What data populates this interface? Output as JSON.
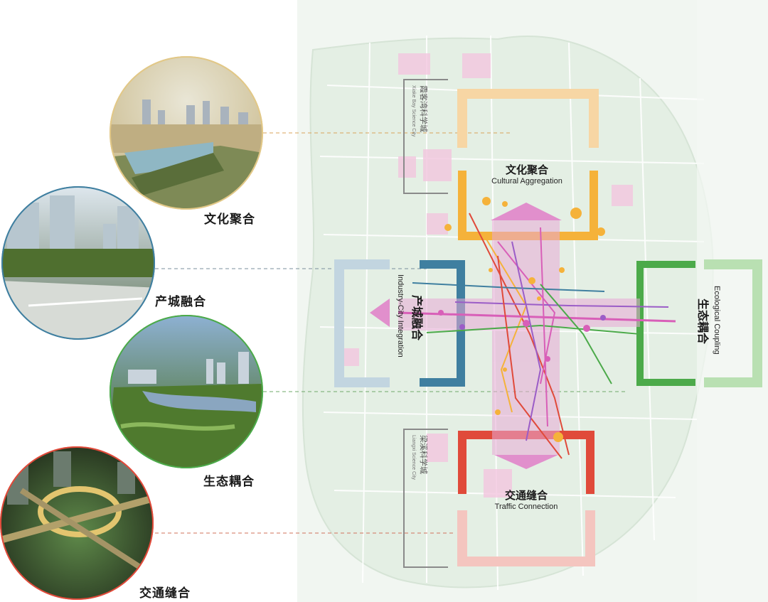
{
  "left_labels": [
    {
      "text": "文化聚合",
      "id": "cultural"
    },
    {
      "text": "产城融合",
      "id": "industry"
    },
    {
      "text": "生态耦合",
      "id": "ecological"
    },
    {
      "text": "交通缝合",
      "id": "traffic"
    }
  ],
  "map": {
    "cultural": {
      "cn": "文化聚合",
      "en": "Cultural Aggregation",
      "color": "#f5b23a"
    },
    "industry": {
      "cn": "产城融合",
      "en": "Industry-City Integration",
      "color": "#3f7fa0"
    },
    "ecological": {
      "cn": "生态耦合",
      "en": "Ecological Coupling",
      "color": "#4caa4a"
    },
    "traffic": {
      "cn": "交通缝合",
      "en": "Traffic Connection",
      "color": "#e04a3a"
    },
    "xiake": {
      "cn": "霞客湾科学城",
      "en": "Xiake Bay Science City"
    },
    "liangxi": {
      "cn": "梁溪科学城",
      "en": "Liangxi Science City"
    }
  },
  "colors": {
    "connector": "#d9a35a",
    "map_bg": "#eef5ee",
    "pink_accent": "#d85fb8"
  }
}
